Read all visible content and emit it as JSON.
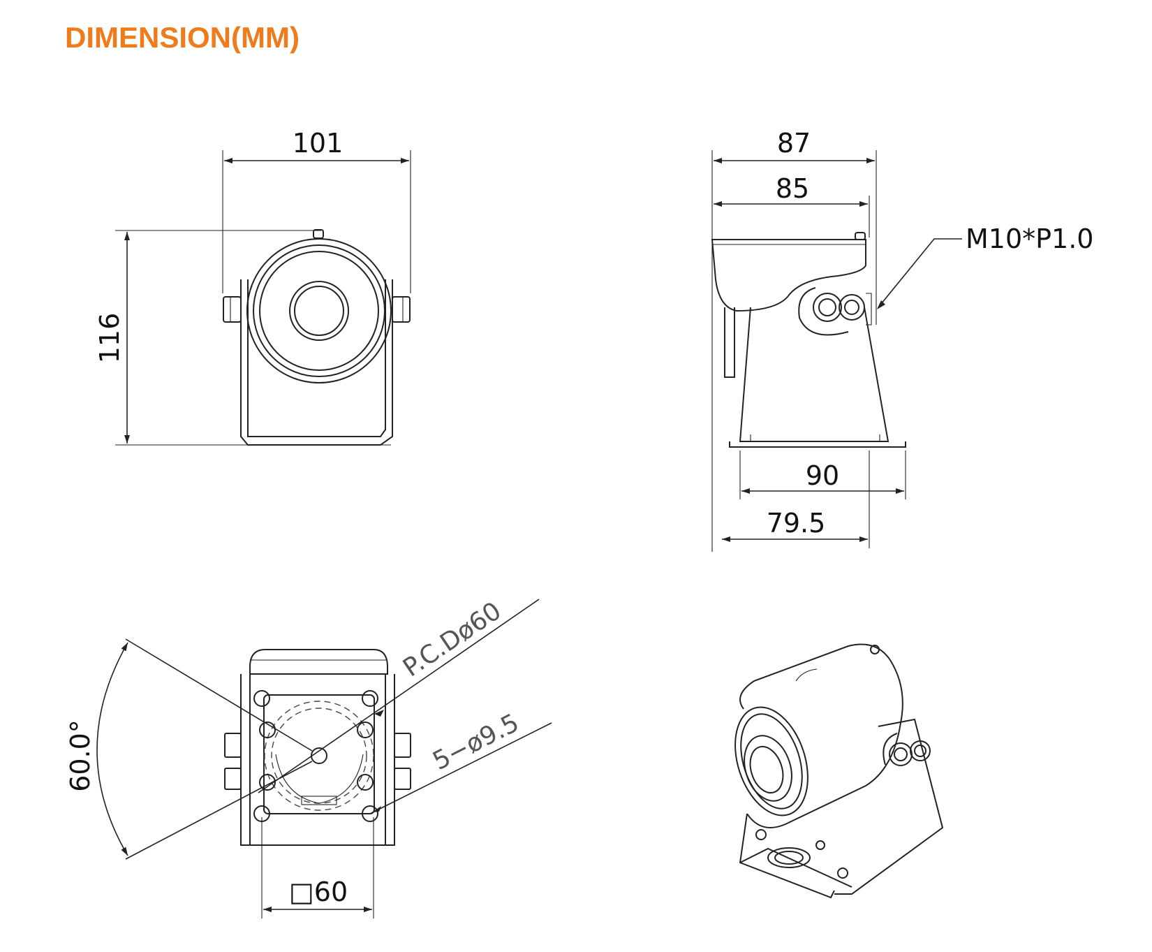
{
  "title": "DIMENSION(MM)",
  "colors": {
    "title": "#f07b1d",
    "line": "#222222"
  },
  "front_view": {
    "width_label": "101",
    "height_label": "116"
  },
  "side_view": {
    "top_width_label": "87",
    "body_width_label": "85",
    "thread_label": "M10*P1.0",
    "base_width_label": "90",
    "depth_label": "79.5"
  },
  "bottom_view": {
    "angle_label": "60.0°",
    "pcd_label": "P.C.Dø60",
    "holes_label": "5−ø9.5",
    "square_label": "□60"
  }
}
